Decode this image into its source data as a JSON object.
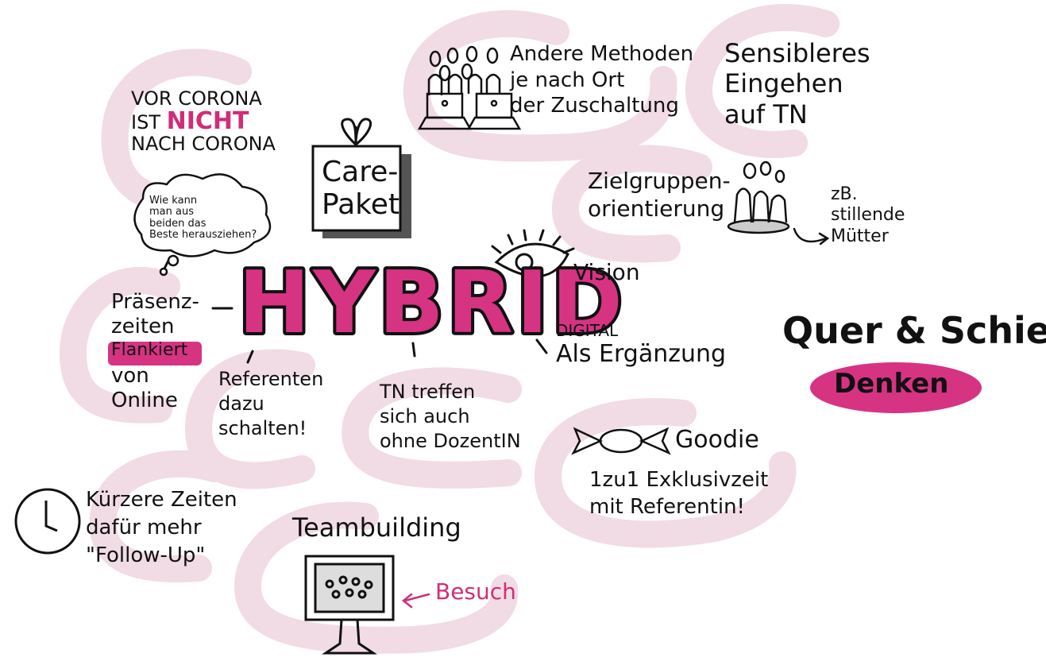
{
  "colors": {
    "accent": "#d63383",
    "blob": "#f1dbe4",
    "ink": "#111111",
    "background": "#ffffff"
  },
  "center": {
    "title": "HYBRID"
  },
  "nodes": {
    "vor_corona": {
      "line1": "VOR CORONA",
      "line2_pre": "IST",
      "line2_emph": "NICHT",
      "line3": "NACH CORONA"
    },
    "thought_bubble": {
      "lines": [
        "Wie kann",
        "man aus",
        "beiden das",
        "Beste herausziehen?"
      ]
    },
    "care_paket": {
      "line1": "Care-",
      "line2": "Paket"
    },
    "andere_methoden": {
      "lines": [
        "Andere Methoden",
        "je nach Ort",
        "der Zuschaltung"
      ]
    },
    "sensibleres": {
      "lines": [
        "Sensibleres",
        "Eingehen",
        "auf TN"
      ]
    },
    "zielgruppen": {
      "lines": [
        "Zielgruppen-",
        "orientierung"
      ]
    },
    "stillende": {
      "lines": [
        "zB.",
        "stillende",
        "Mütter"
      ]
    },
    "vision": {
      "label": "Vision"
    },
    "praesenz": {
      "line1": "Präsenz-",
      "line2": "zeiten",
      "line3": "Flankiert",
      "line4": "von",
      "line5": "Online"
    },
    "referenten": {
      "lines": [
        "Referenten",
        "dazu",
        "schalten!"
      ]
    },
    "tn_treffen": {
      "lines": [
        "TN treffen",
        "sich auch",
        "ohne DozentIN"
      ]
    },
    "digital": {
      "line1": "DIGITAL",
      "line2": "Als Ergänzung"
    },
    "quer_schief": {
      "line1": "Quer & Schief",
      "line2": "Denken"
    },
    "goodie": {
      "label": "Goodie",
      "lines": [
        "1zu1 Exklusivzeit",
        "mit Referentin!"
      ]
    },
    "kuerzere": {
      "lines": [
        "Kürzere Zeiten",
        "dafür mehr",
        "\"Follow-Up\""
      ]
    },
    "teambuilding": {
      "label": "Teambuilding",
      "besuch": "Besuch"
    }
  },
  "icons": [
    "gift-bow-icon",
    "people-group-icon",
    "laptop-icon",
    "eye-icon",
    "clock-icon",
    "candy-icon",
    "monitor-icon",
    "arrow-icon"
  ]
}
